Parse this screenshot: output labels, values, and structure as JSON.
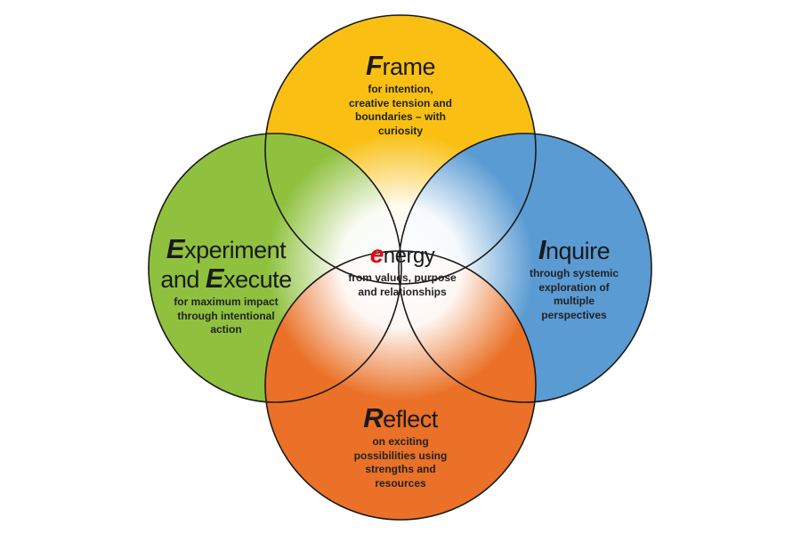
{
  "colors": {
    "frame": "#f9c013",
    "experiment": "#8fc13e",
    "inquire": "#5a9bd3",
    "reflect": "#ea7127",
    "energy_letter": "#e30613",
    "outline": "#1a1a1a"
  },
  "frame": {
    "cap": "F",
    "rest": "rame",
    "desc": [
      "for intention,",
      "creative tension and",
      "boundaries – with",
      "curiosity"
    ]
  },
  "experiment": {
    "cap1": "E",
    "rest1": "xperiment",
    "and": "and ",
    "cap2": "E",
    "rest2": "xecute",
    "desc": [
      "for maximum impact",
      "through intentional",
      "action"
    ]
  },
  "inquire": {
    "cap": "I",
    "rest": "nquire",
    "desc": [
      "through systemic",
      "exploration of",
      "multiple",
      "perspectives"
    ]
  },
  "reflect": {
    "cap": "R",
    "rest": "eflect",
    "desc": [
      "on exciting",
      "possibilities using",
      "strengths and",
      "resources"
    ]
  },
  "energy": {
    "cap": "e",
    "rest": "nergy",
    "desc": [
      "from values, purpose",
      "and relationships"
    ]
  }
}
